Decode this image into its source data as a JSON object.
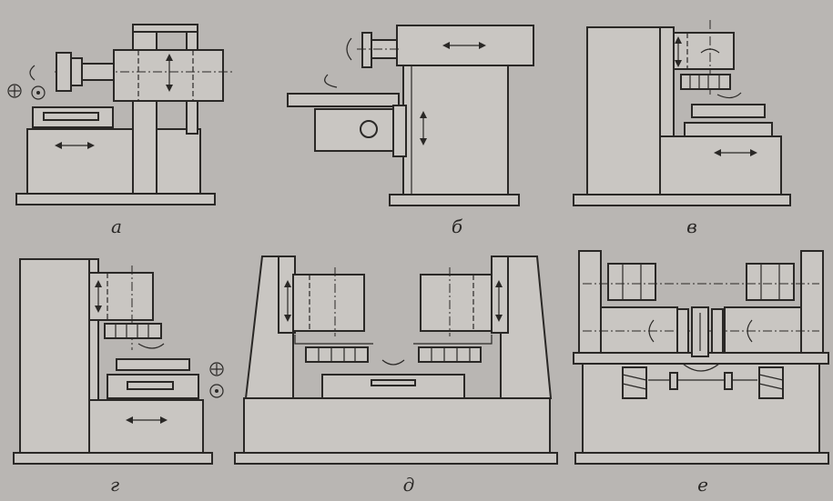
{
  "figure": {
    "labels": [
      "а",
      "б",
      "в",
      "г",
      "д",
      "е"
    ]
  }
}
